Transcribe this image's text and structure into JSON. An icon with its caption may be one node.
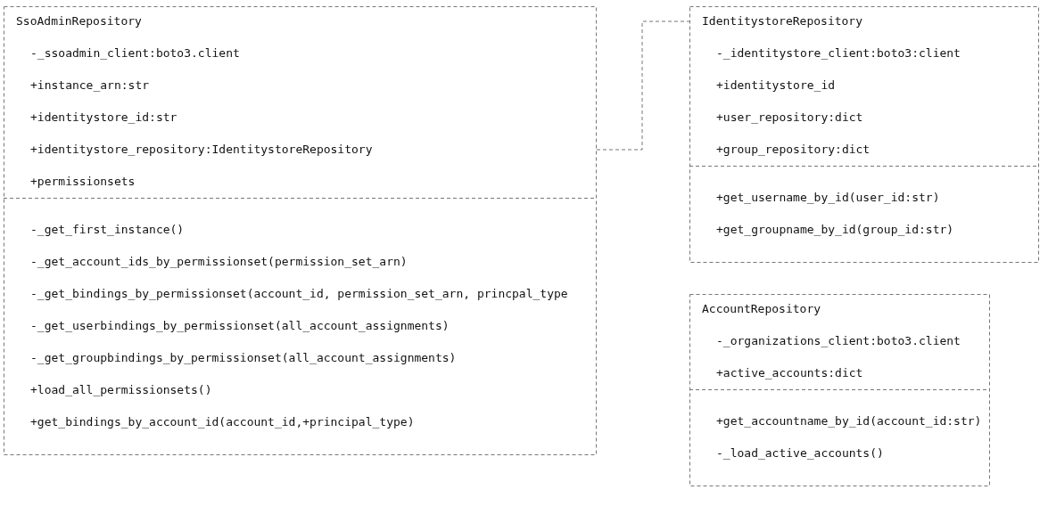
{
  "diagram": {
    "nodes": [
      {
        "text": [
          "SsoAdminRepository",
          "-_ssoadmin_client:boto3.client",
          "+instance_arn:str",
          "+identitystore_id:str",
          "+identitystore_repository:IdentitystoreRepository",
          "+permissionsets",
          "-_get_first_instance()",
          "-_get_account_ids_by_permissionset(permission_set_arn)",
          "-_get_bindings_by_permissionset(account_id, permission_set_arn, princpal_type",
          "-_get_userbindings_by_permissionset(all_account_assignments)",
          "-_get_groupbindings_by_permissionset(all_account_assignments)",
          "+load_all_permissionsets()",
          "+get_bindings_by_account_id(account_id,+principal_type)"
        ]
      },
      {
        "text": [
          "IdentitystoreRepository",
          "-_identitystore_client:boto3:client",
          "+identitystore_id",
          "+user_repository:dict",
          "+group_repository:dict",
          "+get_username_by_id(user_id:str)",
          "+get_groupname_by_id(group_id:str)"
        ]
      },
      {
        "text": [
          "AccountRepository",
          "-_organizations_client:boto3.client",
          "+active_accounts:dict",
          "+get_accountname_by_id(account_id:str)",
          "-_load_active_accounts()"
        ]
      }
    ],
    "edges": [
      {
        "from": 0,
        "to": 1,
        "arrow": "none",
        "style": "dashed"
      }
    ]
  }
}
